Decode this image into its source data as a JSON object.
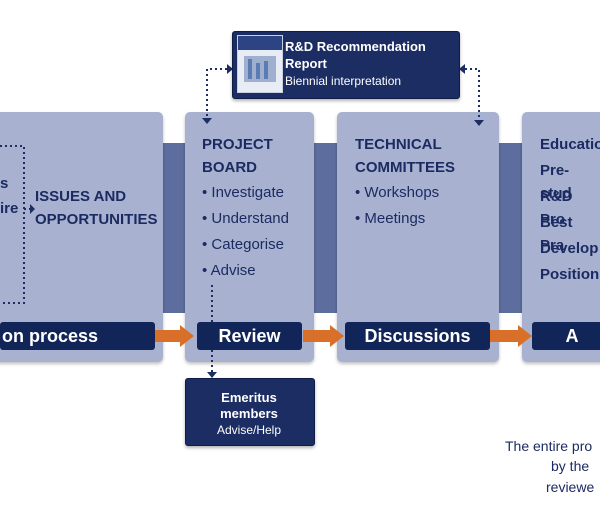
{
  "report": {
    "title_line1": "R&D Recommendation",
    "title_line2": "Report",
    "subtitle": "Biennial interpretation"
  },
  "left_panel": {
    "partial_line1": "s",
    "partial_line2": "ire",
    "heading_line1": "ISSUES AND",
    "heading_line2": "OPPORTUNITIES",
    "stage_label": "on process"
  },
  "project_board": {
    "title_line1": "PROJECT",
    "title_line2": "BOARD",
    "items": [
      "• Investigate",
      "• Understand",
      "• Categorise",
      "• Advise"
    ],
    "stage_label": "Review"
  },
  "technical_committees": {
    "title_line1": "TECHNICAL",
    "title_line2": "COMMITTEES",
    "items": [
      "• Workshops",
      "• Meetings"
    ],
    "stage_label": "Discussions"
  },
  "right_panel": {
    "items": [
      "Educatio",
      "Pre-stud",
      "R&D Pro",
      "Best Pra",
      "Develop",
      "Position"
    ],
    "stage_label": "A"
  },
  "emeritus": {
    "title_line1": "Emeritus",
    "title_line2": "members",
    "subtitle": "Advise/Help"
  },
  "footer_note": {
    "line1": "The entire pro",
    "line2": "by the",
    "line3": "reviewe"
  },
  "colors": {
    "navy": "#1b2d63",
    "panel": "#a8b2d0",
    "band": "#5d6e9e",
    "arrow": "#d8702a"
  }
}
